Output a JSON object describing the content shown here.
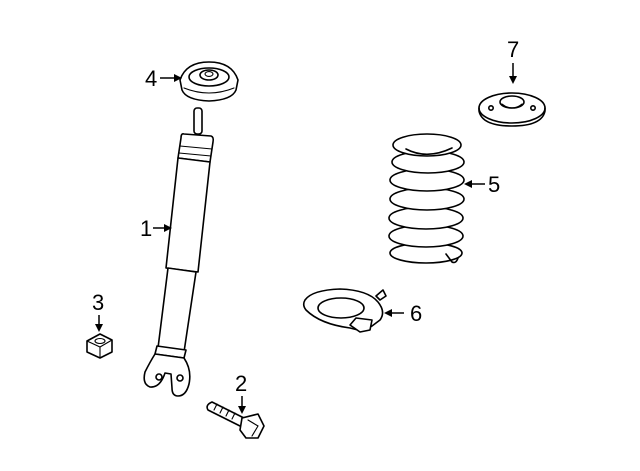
{
  "callouts": {
    "shock_absorber": "1",
    "bolt": "2",
    "nut": "3",
    "upper_mount": "4",
    "coil_spring": "5",
    "lower_insulator": "6",
    "upper_insulator": "7"
  }
}
